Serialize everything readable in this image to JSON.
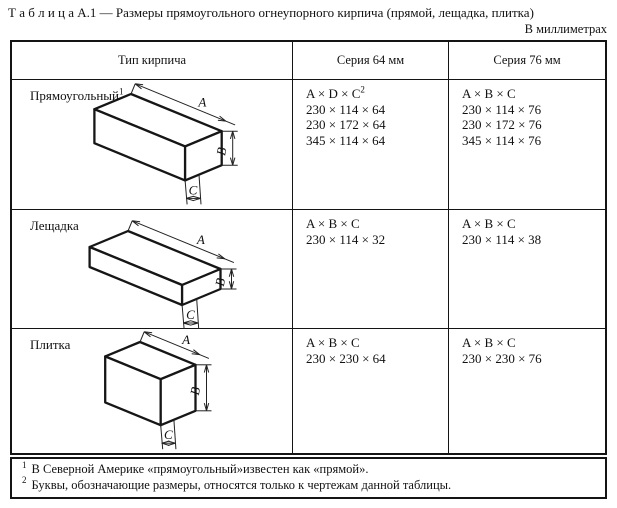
{
  "title": "Т а б л и ц а  А.1 — Размеры прямоугольного огнеупорного кирпича (прямой, лещадка, плитка)",
  "units_note": "В миллиметрах",
  "table": {
    "columns": [
      "Тип кирпича",
      "Серия 64 мм",
      "Серия 76 мм"
    ],
    "rows": [
      {
        "type": "Прямоугольный",
        "type_sup": "1",
        "diagram": {
          "dim_a": "A",
          "dim_b": "B",
          "dim_c": "C"
        },
        "series64": {
          "formula": "A × D × C",
          "formula_sup": "2",
          "sizes": [
            "230 × 114 × 64",
            "230 × 172 × 64",
            "345 × 114 × 64"
          ]
        },
        "series76": {
          "formula": "A × B × C",
          "formula_sup": "",
          "sizes": [
            "230 × 114 × 76",
            "230 × 172 × 76",
            "345 × 114 × 76"
          ]
        }
      },
      {
        "type": "Лещадка",
        "type_sup": "",
        "diagram": {
          "dim_a": "A",
          "dim_b": "B",
          "dim_c": "C"
        },
        "series64": {
          "formula": "A × B × C",
          "formula_sup": "",
          "sizes": [
            "230 × 114 × 32"
          ]
        },
        "series76": {
          "formula": "A × B × C",
          "formula_sup": "",
          "sizes": [
            "230 × 114 × 38"
          ]
        }
      },
      {
        "type": "Плитка",
        "type_sup": "",
        "diagram": {
          "dim_a": "A",
          "dim_b": "B",
          "dim_c": "C"
        },
        "series64": {
          "formula": "A × B × C",
          "formula_sup": "",
          "sizes": [
            "230 × 230 × 64"
          ]
        },
        "series76": {
          "formula": "A × B × C",
          "formula_sup": "",
          "sizes": [
            "230 × 230 × 76"
          ]
        }
      }
    ]
  },
  "footnotes": [
    {
      "marker": "1",
      "text": "В Северной Америке «прямоугольный»известен как «прямой»."
    },
    {
      "marker": "2",
      "text": "Буквы, обозначающие размеры, относятся только к чертежам данной таблицы."
    }
  ]
}
